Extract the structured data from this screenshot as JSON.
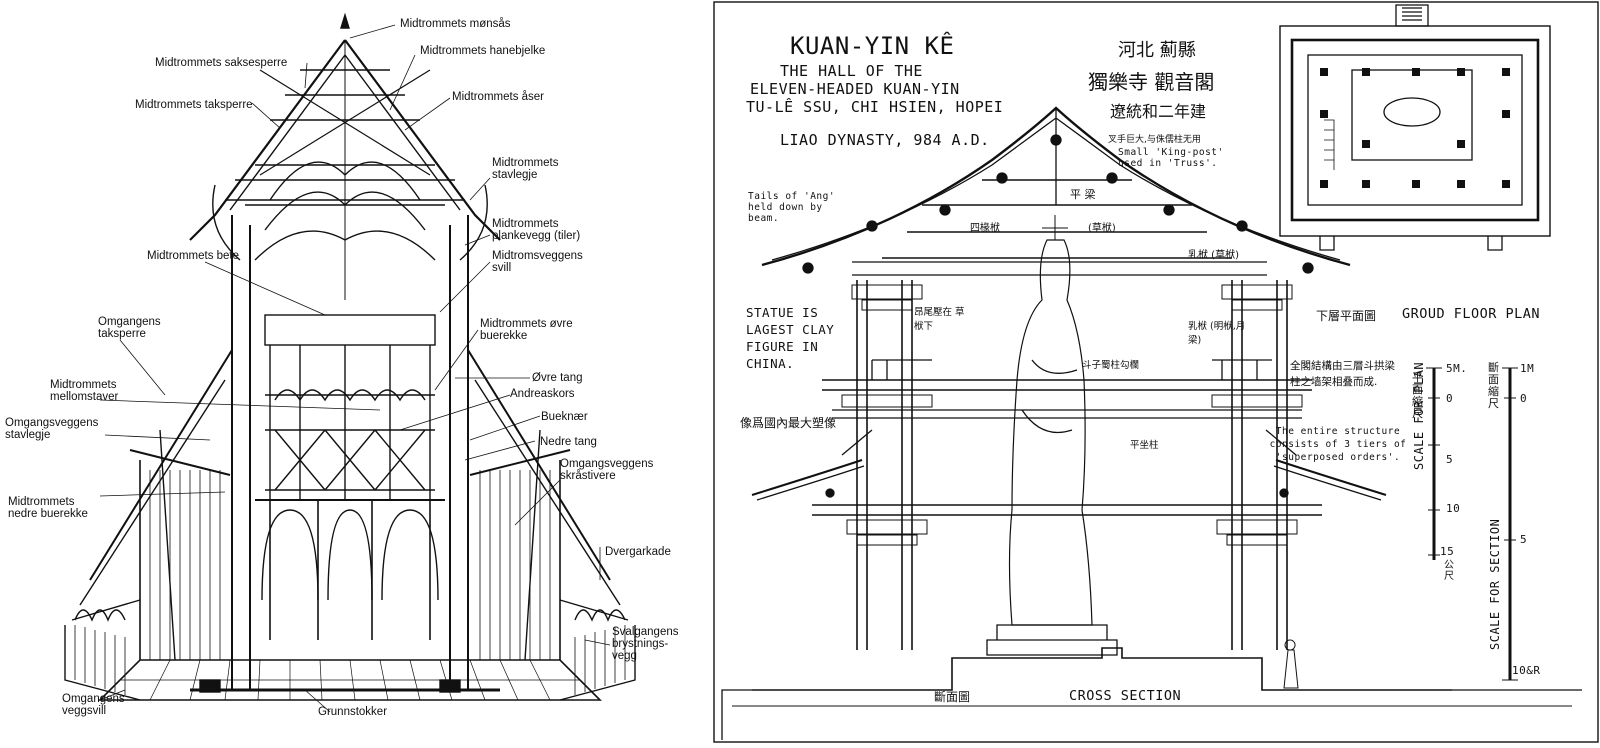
{
  "left_diagram": {
    "labels": [
      "Midtrommets mønsås",
      "Midtrommets saksesperre",
      "Midtrommets hanebjelke",
      "Midtrommets taksperre",
      "Midtrommets åser",
      "Midtrommets stavlegje",
      "Midtrommets plankevegg (tiler)",
      "Midtrommets bete",
      "Midtromsveggens svill",
      "Omgangens taksperre",
      "Midtrommets øvre buerekke",
      "Øvre tang",
      "Midtrommets mellomstaver",
      "Andreaskors",
      "Bueknær",
      "Omgangsveggens stavlegje",
      "Nedre tang",
      "Omgangsveggens skråstivere",
      "Midtrommets nedre buerekke",
      "Dvergarkade",
      "Svalgangens brystnings-vegg",
      "Omgangens veggsvill",
      "Grunnstokker"
    ]
  },
  "right_diagram": {
    "title_lines": [
      "KUAN-YIN KÊ",
      "THE HALL OF THE",
      "ELEVEN-HEADED KUAN-YIN",
      "TU-LÊ SSU, CHI HSIEN, HOPEI"
    ],
    "dynasty": "LIAO DYNASTY, 984 A.D.",
    "chinese_title_lines": [
      "河北 薊縣",
      "獨樂寺 觀音閣",
      "遼統和二年建"
    ],
    "annotations": {
      "tails": "Tails of 'Ang' held down by beam.",
      "kingpost_cn": "叉手巨大,与侏儒柱无用",
      "kingpost": "Small 'King-post' used in 'Truss'.",
      "statue": "STATUE IS LAGEST CLAY FIGURE IN CHINA.",
      "statue_cn": "像爲國內最大塑像",
      "structure_cn": "全閣結構由三層斗拱梁柱之墙架相叠而成.",
      "structure": "The entire structure consists of 3 tiers of 'superposed orders'.",
      "beam_cn_1": "平 梁",
      "beam_cn_2": "四椽栿",
      "beam_cn_3": "(草栿)",
      "beam_cn_4": "乳栿 (草栿)",
      "beam_cn_5": "乳栿 (明栿,月梁)",
      "beam_cn_6": "昂尾壓在 草栿下",
      "beam_cn_7": "斗子蜀柱勾欄",
      "beam_cn_8": "平坐柱"
    },
    "ground_floor_plan": "GROUD FLOOR PLAN",
    "ground_floor_plan_cn": "下層平面圖",
    "cross_section": "CROSS SECTION",
    "cross_section_cn": "斷面圖",
    "scale_plan": "SCALE FOR PLAN",
    "scale_plan_cn": "平面縮尺",
    "scale_section": "SCALE FOR SECTION",
    "scale_section_cn": "斷面縮尺",
    "scale_plan_ticks": [
      "5M.",
      "0",
      "5",
      "10",
      "15"
    ],
    "scale_plan_unit_cn": "公尺",
    "scale_section_ticks": [
      "1M",
      "0",
      "5",
      "10&R"
    ]
  }
}
